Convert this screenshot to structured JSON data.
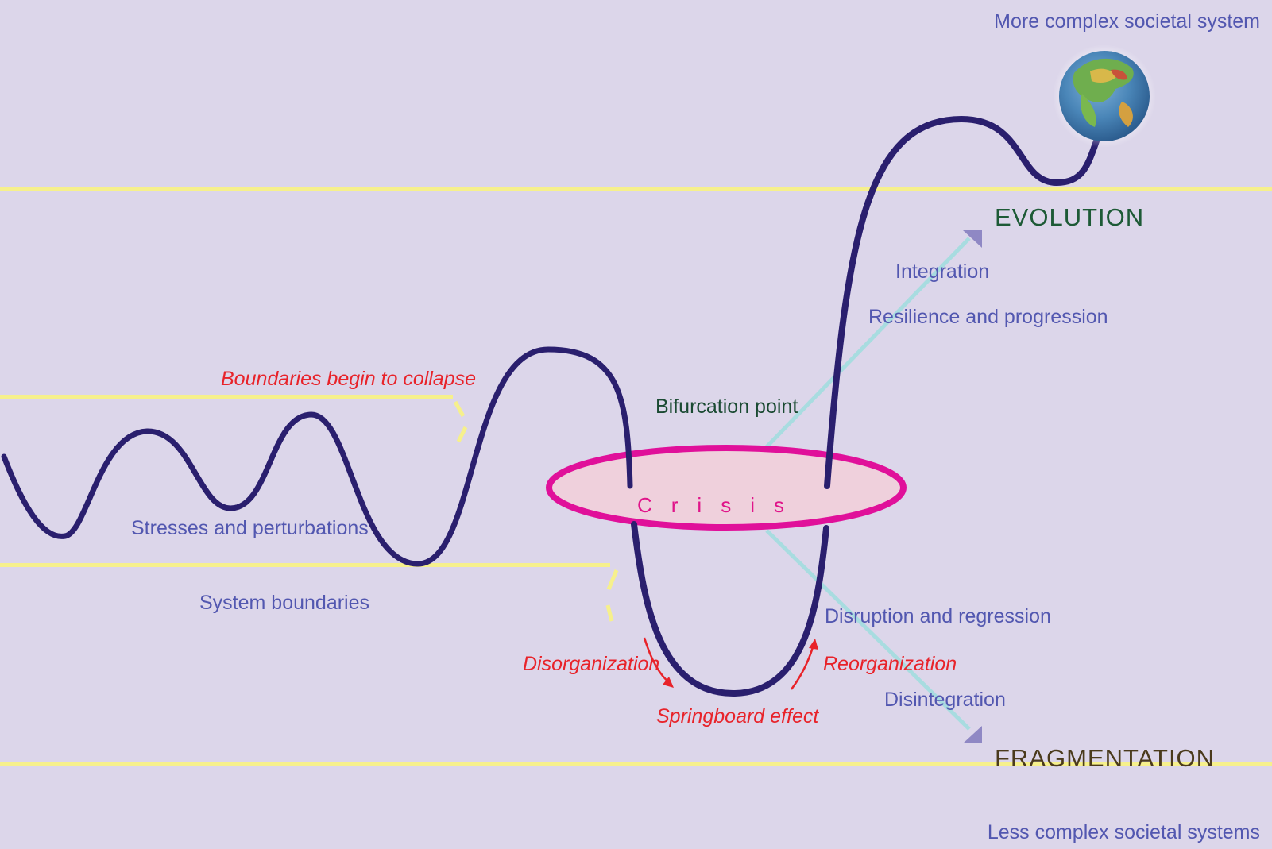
{
  "labels": {
    "top_right": "More complex societal system",
    "bottom_right": "Less complex societal systems",
    "evolution": "EVOLUTION",
    "fragmentation": "FRAGMENTATION",
    "integration": "Integration",
    "resilience": "Resilience and progression",
    "boundaries_collapse": "Boundaries begin to collapse",
    "bifurcation": "Bifurcation point",
    "stresses": "Stresses and perturbations",
    "system_boundaries": "System boundaries",
    "crisis": "Crisis",
    "disruption": "Disruption and regression",
    "disorganization": "Disorganization",
    "reorganization": "Reorganization",
    "disintegration": "Disintegration",
    "springboard": "Springboard effect"
  },
  "icons": {
    "globe": "globe-icon"
  },
  "colors": {
    "background": "#dcd6ea",
    "boundary_line": "#f6f08c",
    "wave": "#2a1f6e",
    "crisis_ring": "#e0109a",
    "crisis_fill": "#efd0dc",
    "divergence_line": "#a8dce0",
    "arrow_head": "#8f88c4",
    "red_text": "#e8232a",
    "blue_text": "#5257b0"
  }
}
